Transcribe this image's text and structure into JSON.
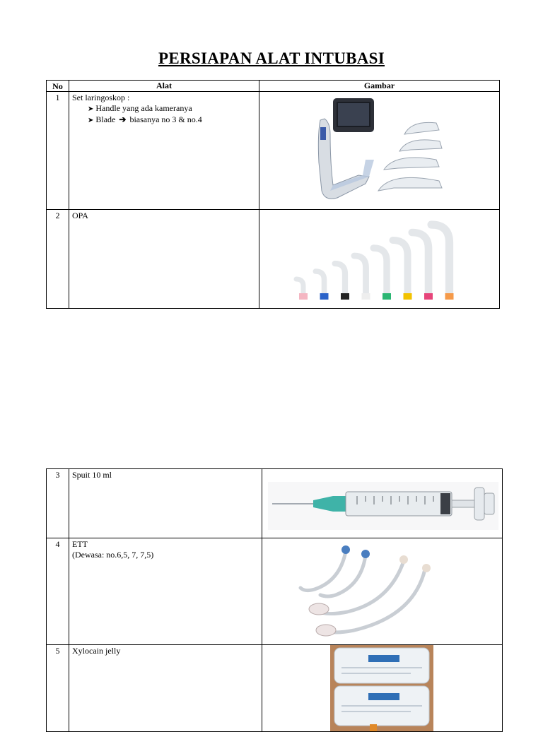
{
  "title": "PERSIAPAN ALAT INTUBASI",
  "headers": {
    "no": "No",
    "alat": "Alat",
    "gambar": "Gambar"
  },
  "rows": [
    {
      "no": "1",
      "alat": "Set laringoskop :",
      "sub": [
        "Handle yang ada kameranya",
        "Blade",
        "biasanya no 3 & no.4"
      ]
    },
    {
      "no": "2",
      "alat": "OPA"
    },
    {
      "no": "3",
      "alat": "Spuit 10 ml"
    },
    {
      "no": "4",
      "alat": "ETT",
      "alat2": "(Dewasa: no.6,5, 7, 7,5)"
    },
    {
      "no": "5",
      "alat": "Xylocain jelly"
    }
  ],
  "images": {
    "laryngoscope": "video-laryngoscope-photo",
    "opa": "oropharyngeal-airway-set-photo",
    "syringe": "syringe-10ml-photo",
    "ett": "endotracheal-tube-photo",
    "xylocain": "xylocain-jelly-pack-photo"
  },
  "opa_colors": [
    "#f4b6c2",
    "#2b63c9",
    "#222222",
    "#eeeeee",
    "#2bb673",
    "#f2c200",
    "#e6457a",
    "#f59a4a"
  ]
}
